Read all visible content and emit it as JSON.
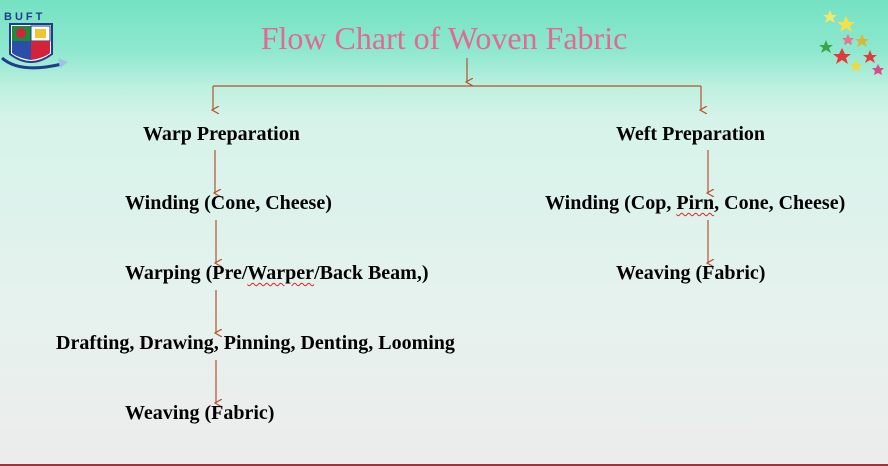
{
  "title": "Flow Chart of Woven Fabric",
  "logo": {
    "text": "BUFT"
  },
  "colors": {
    "title": "#e06a91",
    "connector": "#b5532e",
    "header": "#7fe6c8"
  },
  "warp": {
    "heading": "Warp Preparation",
    "winding": "Winding (Cone, Cheese)",
    "warping_prefix": "Warping (Pre/",
    "warping_mid": "Warper",
    "warping_suffix": "/Back Beam,)",
    "drafting": "Drafting, Drawing, Pinning, Denting, Looming",
    "weaving": "Weaving (Fabric)"
  },
  "weft": {
    "heading": "Weft Preparation",
    "winding_prefix": "Winding (Cop, ",
    "winding_mid": "Pirn",
    "winding_suffix": ", Cone, Cheese)",
    "weaving": "Weaving (Fabric)"
  }
}
